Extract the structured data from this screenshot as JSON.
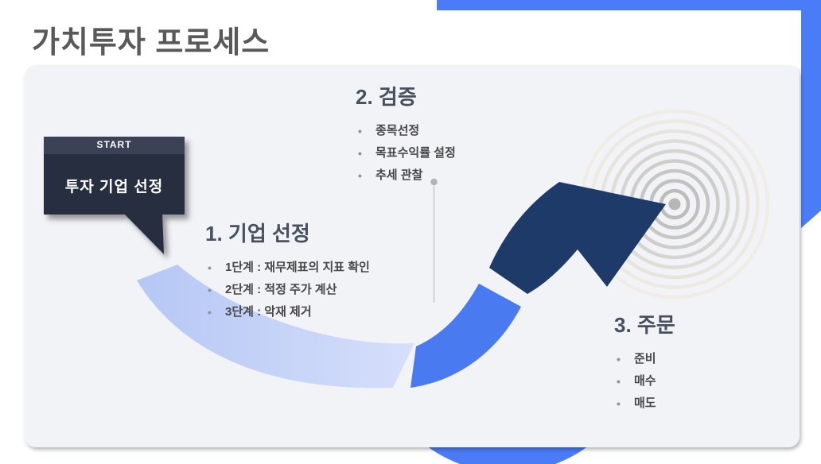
{
  "slide": {
    "title": "가치투자 프로세스"
  },
  "start_callout": {
    "badge": "START",
    "label": "투자 기업 선정"
  },
  "sections": [
    {
      "heading": "1. 기업 선정",
      "items": [
        "1단계 : 재무제표의 지표 확인",
        "2단계 : 적정 주가 계산",
        "3단계 : 악재 제거"
      ]
    },
    {
      "heading": "2. 검증",
      "items": [
        "종목선정",
        "목표수익률 설정",
        "추세 관찰"
      ]
    },
    {
      "heading": "3. 주문",
      "items": [
        "준비",
        "매수",
        "매도"
      ]
    }
  ],
  "colors": {
    "accent_blue": "#4a7cf7",
    "arc_light_start": "#b5c7f4",
    "arc_light_end": "#d6dffb",
    "arc_mid_blue": "#4a7af0",
    "arrow_navy": "#1e3a69",
    "callout_body": "#272e41",
    "callout_header": "#3b4356",
    "panel_bg": "#f2f3f7",
    "title_text": "#595959",
    "heading_text": "#47505f",
    "bullet_text": "#474747"
  }
}
